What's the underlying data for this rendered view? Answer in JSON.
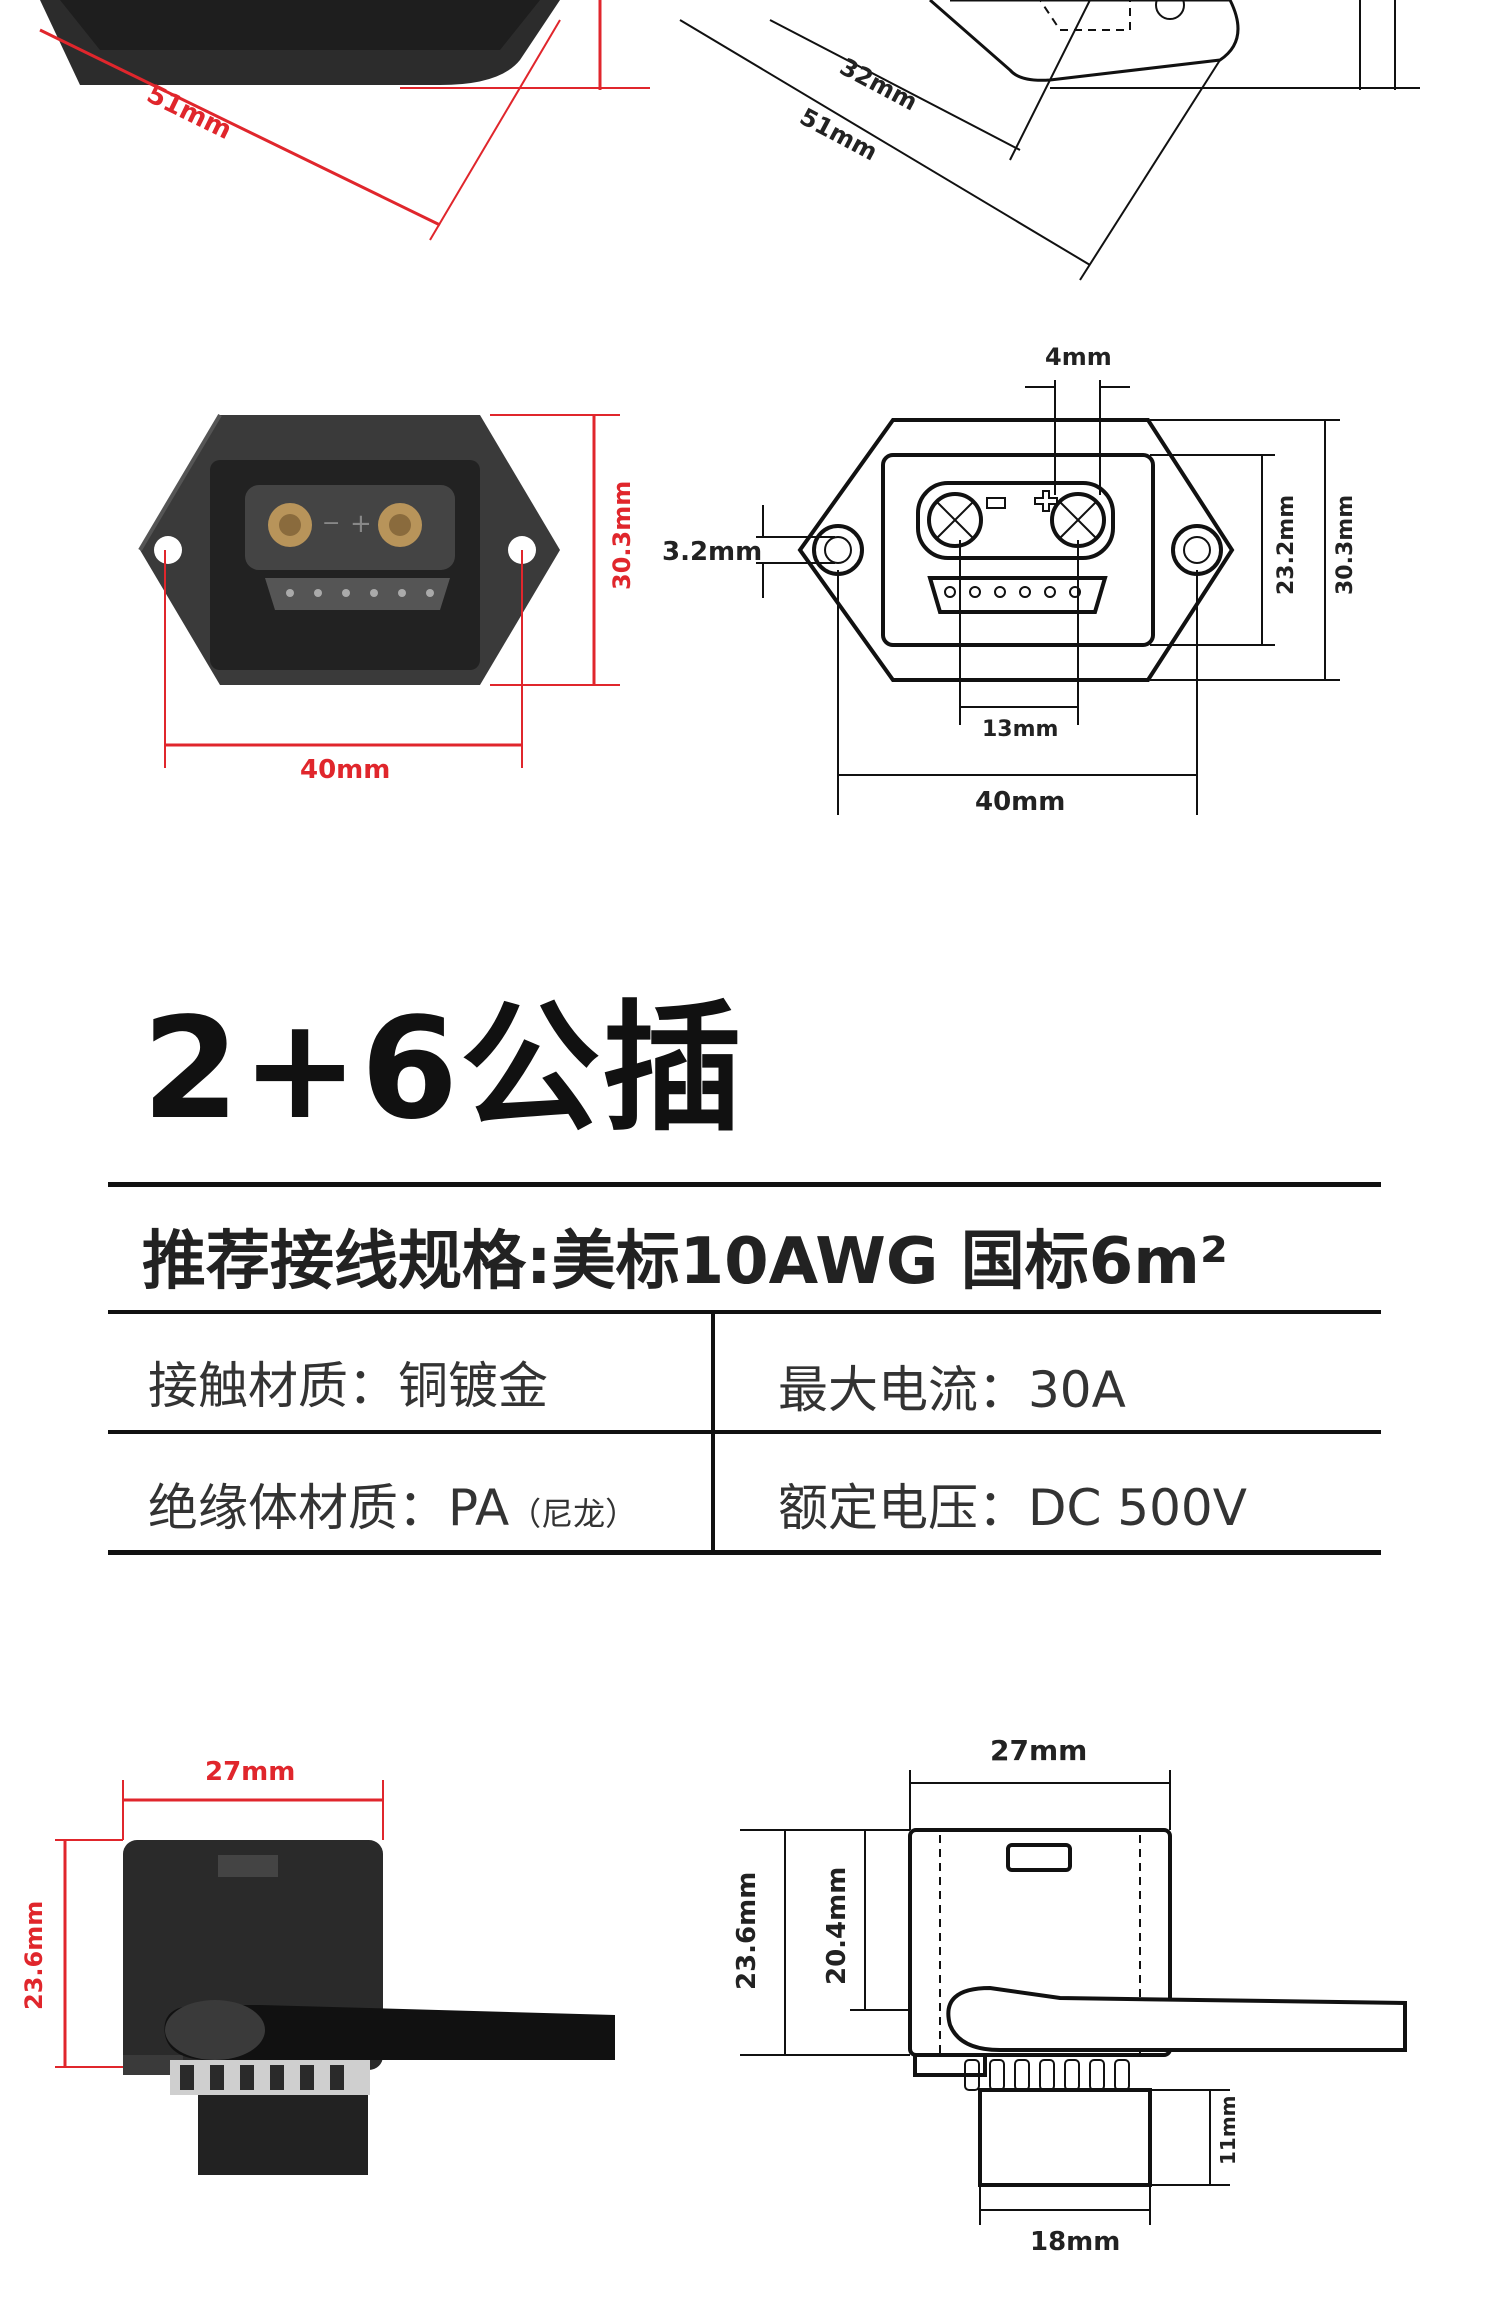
{
  "top_drawing": {
    "photo_diag_label": "51mm",
    "line_inner_label": "32mm",
    "line_outer_label": "51mm"
  },
  "front_view": {
    "photo_height_label": "30.3mm",
    "photo_width_label": "40mm",
    "line_pin_pitch_label": "4mm",
    "line_hole_label": "3.2mm",
    "line_inner_height_label": "23.2mm",
    "line_outer_height_label": "30.3mm",
    "line_signal_width_label": "13mm",
    "line_width_label": "40mm"
  },
  "spec": {
    "title": "2+6公插",
    "recommended": "推荐接线规格:美标10AWG  国标6m²",
    "contact_material": "接触材质：铜镀金",
    "max_current": "最大电流：30A",
    "insulation_material": "绝缘体材质：PA",
    "insulation_note": "（尼龙）",
    "rated_voltage": "额定电压：DC 500V"
  },
  "side_view": {
    "photo_width_label": "27mm",
    "photo_height_label": "23.6mm",
    "line_width_label": "27mm",
    "line_height_outer_label": "23.6mm",
    "line_height_inner_label": "20.4mm",
    "line_pin_label": "11mm",
    "line_bottom_label": "18mm"
  },
  "colors": {
    "dimension_red": "#e0262c",
    "ink": "#111111",
    "body": "#3a3a3a"
  }
}
